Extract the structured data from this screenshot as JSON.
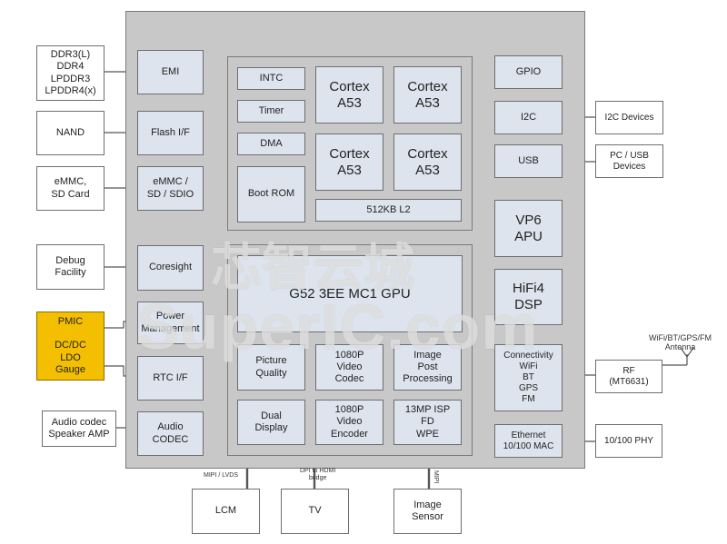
{
  "external_left": {
    "memory": "DDR3(L)\nDDR4\nLPDDR3\nLPDDR4(x)",
    "nand": "NAND",
    "emmc": "eMMC,\nSD Card",
    "debug": "Debug\nFacility",
    "pmic": "PMIC\n\nDC/DC\nLDO\nGauge",
    "audio": "Audio codec\nSpeaker AMP"
  },
  "soc_left": {
    "emi": "EMI",
    "flash": "Flash I/F",
    "emmc_if": "eMMC /\nSD / SDIO",
    "coresight": "Coresight",
    "power": "Power\nManagement",
    "rtc": "RTC I/F",
    "audio_codec": "Audio\nCODEC"
  },
  "cpu_cluster": {
    "intc": "INTC",
    "timer": "Timer",
    "dma": "DMA",
    "bootrom": "Boot ROM",
    "cores": [
      "Cortex\nA53",
      "Cortex\nA53",
      "Cortex\nA53",
      "Cortex\nA53"
    ],
    "l2": "512KB L2"
  },
  "gpu": "G52 3EE MC1 GPU",
  "multimedia": {
    "picture_quality": "Picture\nQuality",
    "video_codec": "1080P\nVideo\nCodec",
    "image_post": "Image\nPost\nProcessing",
    "dual_display": "Dual\nDisplay",
    "video_encoder": "1080P\nVideo\nEncoder",
    "isp": "13MP ISP\nFD\nWPE"
  },
  "soc_right": {
    "gpio": "GPIO",
    "i2c": "I2C",
    "usb": "USB",
    "vp6": "VP6\nAPU",
    "hifi4": "HiFi4\nDSP",
    "connectivity": "Connectivity\nWiFi\nBT\nGPS\nFM",
    "ethernet": "Ethernet\n10/100 MAC"
  },
  "external_right": {
    "i2c_devices": "I2C Devices",
    "pc_usb": "PC / USB\nDevices",
    "antenna": "WiFi/BT/GPS/FM\nAntenna",
    "rf": "RF\n(MT6631)",
    "phy": "10/100 PHY"
  },
  "external_bottom": {
    "lcm": "LCM",
    "tv": "TV",
    "image_sensor": "Image\nSensor",
    "mipi_lvds": "MIPI / LVDS",
    "dpi_hdmi": "DPI to HDMI\nbridge",
    "mipi": "MIPI"
  },
  "watermark": {
    "cn": "芯智云城",
    "en": "SuperIC.com"
  }
}
